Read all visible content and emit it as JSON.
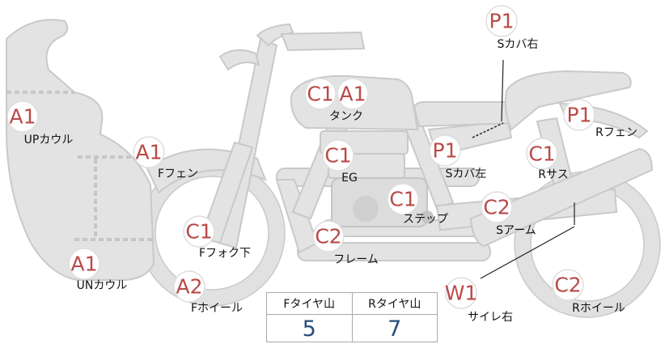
{
  "marks": [
    {
      "id": "front-cowl-upper",
      "code": "A1",
      "label": "UPカウル"
    },
    {
      "id": "front-cowl-under",
      "code": "A1",
      "label": "UNカウル"
    },
    {
      "id": "front-fender",
      "code": "A1",
      "label": "Fフェン"
    },
    {
      "id": "front-fork-lower",
      "code": "C1",
      "label": "Fフォク下"
    },
    {
      "id": "front-wheel",
      "code": "A2",
      "label": "Fホイール"
    },
    {
      "id": "tank",
      "codes": [
        "C1",
        "A1"
      ],
      "label": "タンク"
    },
    {
      "id": "engine",
      "code": "C1",
      "label": "EG"
    },
    {
      "id": "frame",
      "code": "C2",
      "label": "フレーム"
    },
    {
      "id": "step",
      "code": "C1",
      "label": "ステップ"
    },
    {
      "id": "side-cover-left",
      "code": "P1",
      "label": "Sカバ左"
    },
    {
      "id": "side-cover-right",
      "code": "P1",
      "label": "Sカバ右"
    },
    {
      "id": "rear-fender",
      "code": "P1",
      "label": "Rフェン"
    },
    {
      "id": "rear-suspension",
      "code": "C1",
      "label": "Rサス"
    },
    {
      "id": "swing-arm",
      "code": "C2",
      "label": "Sアーム"
    },
    {
      "id": "muffler-right",
      "code": "W1",
      "label": "サイレ右"
    },
    {
      "id": "rear-wheel",
      "code": "C2",
      "label": "Rホイール"
    }
  ],
  "tread_table": {
    "headers": [
      "Fタイヤ山",
      "Rタイヤ山"
    ],
    "values": [
      "5",
      "7"
    ]
  },
  "colors": {
    "code": "#b94a48",
    "tread_value": "#2a4d7a",
    "body_fill": "#e3e3e3"
  }
}
